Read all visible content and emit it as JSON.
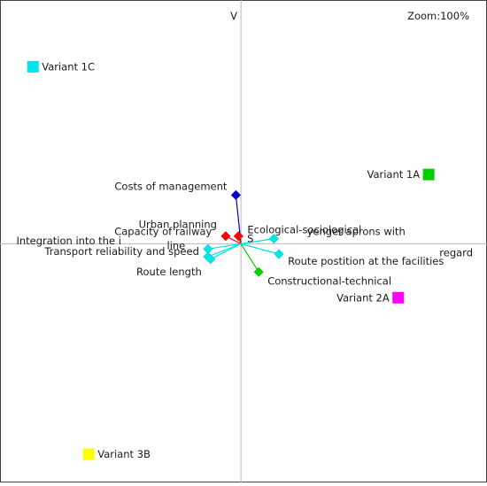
{
  "viewer": {
    "zoom_label": "Zoom:100%",
    "vertical_axis_label": "V",
    "horizontal_axis_label": "regard"
  },
  "chart_data": {
    "type": "scatter",
    "variants": [
      {
        "name": "Variant 1C",
        "x": -8.2,
        "y": 6.9,
        "color": "#00e5e5"
      },
      {
        "name": "Variant 1A",
        "x": 7.4,
        "y": 2.7,
        "color": "#00d000"
      },
      {
        "name": "Variant 2A",
        "x": 6.2,
        "y": -2.1,
        "color": "#ff00ff"
      },
      {
        "name": "Variant 3B",
        "x": -6.0,
        "y": -8.2,
        "color": "#ffff00"
      }
    ],
    "criteria": [
      {
        "name": "Costs of management",
        "x": -0.2,
        "y": 1.9,
        "color": "#0000cc"
      },
      {
        "name": "Urban planning",
        "x": -0.6,
        "y": 0.3,
        "color": "#ff0000"
      },
      {
        "name": "Capacity of railway line",
        "x": -0.1,
        "y": 0.3,
        "color": "#ff0000"
      },
      {
        "name": "Ecological-sociological",
        "x": 1.3,
        "y": 0.2,
        "color": "#00e5e5"
      },
      {
        "name": "Route postition at the facilities",
        "x": 1.5,
        "y": -0.4,
        "color": "#00e5e5"
      },
      {
        "name": "Integration into the i",
        "x": -1.3,
        "y": -0.2,
        "color": "#00e5e5"
      },
      {
        "name": "Transport reliability and speed",
        "x": -1.3,
        "y": -0.5,
        "color": "#00e5e5"
      },
      {
        "name": "Route length",
        "x": -1.2,
        "y": -0.6,
        "color": "#00e5e5"
      },
      {
        "name": "Constructional-technical",
        "x": 0.7,
        "y": -1.1,
        "color": "#00d000"
      }
    ],
    "annotations": [
      {
        "name": "yenger aprons with"
      }
    ],
    "extra_text": {
      "ecological_badge": "S"
    },
    "x_range": [
      -9.5,
      9.7
    ],
    "y_range": [
      -9.3,
      9.5
    ],
    "grid": false
  }
}
